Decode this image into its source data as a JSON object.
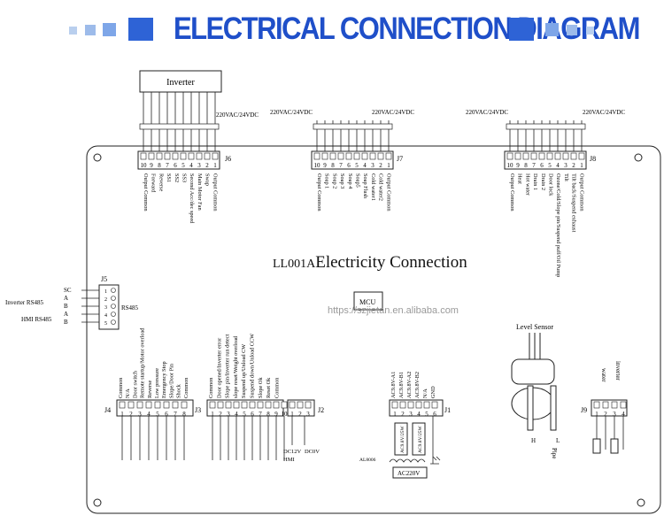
{
  "header": {
    "title": "ELECTRICAL CONNECTION DIAGRAM",
    "accent_color": "#1f4fc9",
    "accent_light": "#7ea6e8"
  },
  "board": {
    "model": "LL001A",
    "caption": "Electricity Connection",
    "mcu_label": "MCU",
    "watermark": "https://szjietan.en.alibaba.com"
  },
  "connectors": {
    "j6": {
      "name": "J6",
      "pins": [
        "10",
        "9",
        "8",
        "7",
        "6",
        "5",
        "4",
        "3",
        "2",
        "1"
      ],
      "top_label": "Inverter",
      "supply": "220VAC/24VDC",
      "signals": [
        "Output Common",
        "Forward",
        "Reverse",
        "SS1",
        "SS2",
        "SS3",
        "Second Acc/dec speed",
        "Main Motor Fan",
        "Swap",
        "Output Common"
      ]
    },
    "j7": {
      "name": "J7",
      "pins": [
        "10",
        "9",
        "8",
        "7",
        "6",
        "5",
        "4",
        "3",
        "2",
        "1"
      ],
      "supply_left": "220VAC/24VDC",
      "supply_right": "220VAC/24VDC",
      "signals": [
        "Output Common",
        "Soap 1",
        "Soap 2",
        "Soap 3",
        "Soap 4",
        "Soap5",
        "Soap Flush",
        "Cold water1",
        "Cold water2",
        "Output Common"
      ]
    },
    "j8": {
      "name": "J8",
      "pins": [
        "10",
        "9",
        "8",
        "7",
        "6",
        "5",
        "4",
        "3",
        "2",
        "1"
      ],
      "supply_left": "220VAC/24VDC",
      "supply_right": "220VAC/24VDC",
      "signals": [
        "Output Common",
        "Heat",
        "Hot water",
        "Drain 1",
        "Drain 2",
        "Door lock",
        "Ozone/Cold/Slope pin/Suspend puff/Oil Pump",
        "Tilt",
        "Tilt back/Suspend exhaust",
        "Output Common"
      ]
    },
    "j5": {
      "name": "J5",
      "pins": [
        "1",
        "2",
        "3",
        "4",
        "5"
      ],
      "tag": "RS485",
      "pin_labels": [
        "SC",
        "A",
        "B",
        "A",
        "B"
      ],
      "groups": [
        "Inverter RS485",
        "HMI RS485"
      ]
    },
    "j4": {
      "name": "J4",
      "pins": [
        "1",
        "2",
        "3",
        "4",
        "5",
        "6",
        "7",
        "8"
      ],
      "signals": [
        "Common",
        "N/A",
        "Door switch",
        "Remote startup/Motor overload",
        "Reverse",
        "Low pressure",
        "Emergency Stop",
        "Slope/Door Pin",
        "Shock",
        "Common"
      ]
    },
    "j3": {
      "name": "J3",
      "pins": [
        "1",
        "2",
        "3",
        "4",
        "5",
        "6",
        "7",
        "8",
        "9",
        "10"
      ],
      "signals": [
        "Common",
        "Door opened/Inverter error",
        "Slope pin/Inverter run detect",
        "slope reset/Weight overload",
        "Suspend up/Unload CW",
        "Suspend down/Unload CCW",
        "Slope Ok",
        "Reset Ok",
        "Common"
      ]
    },
    "j2": {
      "name": "J2",
      "pins": [
        "1",
        "2",
        "3"
      ],
      "supply_labels": [
        "DC12V",
        "DC0V"
      ],
      "device": "HMI"
    },
    "j1": {
      "name": "J1",
      "pins": [
        "1",
        "2",
        "3",
        "4",
        "5",
        "6"
      ],
      "signals": [
        "AC9.8V-A1",
        "AC9.8V-B1",
        "AC9.8V-A2",
        "AC9.8V-B2",
        "N/A",
        "GND"
      ],
      "transformer_left": "AC9.8V/25W",
      "transformer_right": "AC9.8V/25W",
      "transformer_model": "AL8006",
      "mains": "AC220V"
    },
    "level": {
      "label": "Level Sensor",
      "high": "H",
      "low": "L",
      "pipe": "Pipe"
    },
    "j9": {
      "name": "J9",
      "pins": [
        "1",
        "2",
        "3",
        "4"
      ],
      "labels": [
        "water",
        "inverter"
      ]
    }
  }
}
